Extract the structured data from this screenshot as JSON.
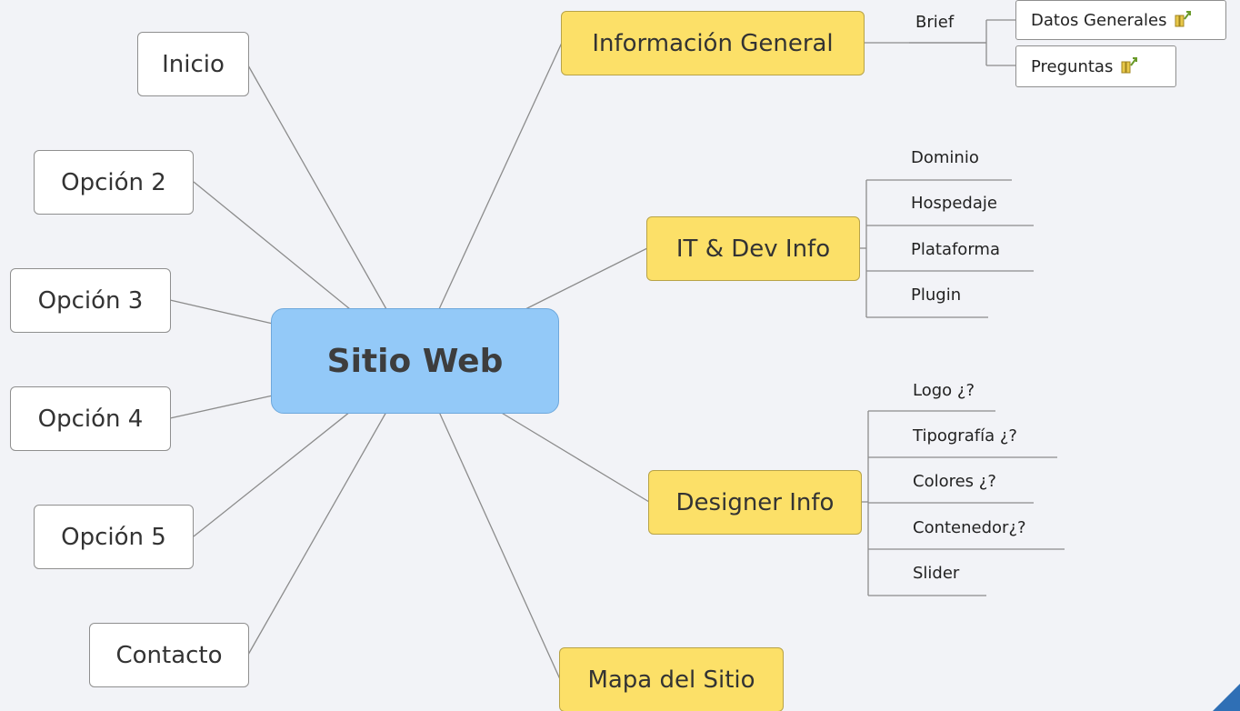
{
  "center": {
    "label": "Sitio Web"
  },
  "left_nodes": [
    "Inicio",
    "Opción 2",
    "Opción 3",
    "Opción 4",
    "Opción 5",
    "Contacto"
  ],
  "right_nodes": {
    "info_general": {
      "label": "Información General",
      "sub_label": "Brief",
      "children": [
        {
          "label": "Datos Generales",
          "icon": "hyperlink-icon"
        },
        {
          "label": "Preguntas",
          "icon": "hyperlink-icon"
        }
      ]
    },
    "it_dev": {
      "label": "IT & Dev Info",
      "children": [
        "Dominio",
        "Hospedaje",
        "Plataforma",
        "Plugin"
      ]
    },
    "designer": {
      "label": "Designer Info",
      "children": [
        "Logo ¿?",
        "Tipografía ¿?",
        "Colores ¿?",
        "Contenedor¿?",
        "Slider"
      ]
    },
    "mapa": {
      "label": "Mapa del Sitio"
    }
  },
  "colors": {
    "background": "#f2f3f7",
    "center_fill": "#93c9f8",
    "main_topic_fill": "#fce068",
    "left_topic_fill": "#ffffff",
    "connector": "#8c8c8c",
    "corner_accent": "#2f6fb5"
  }
}
